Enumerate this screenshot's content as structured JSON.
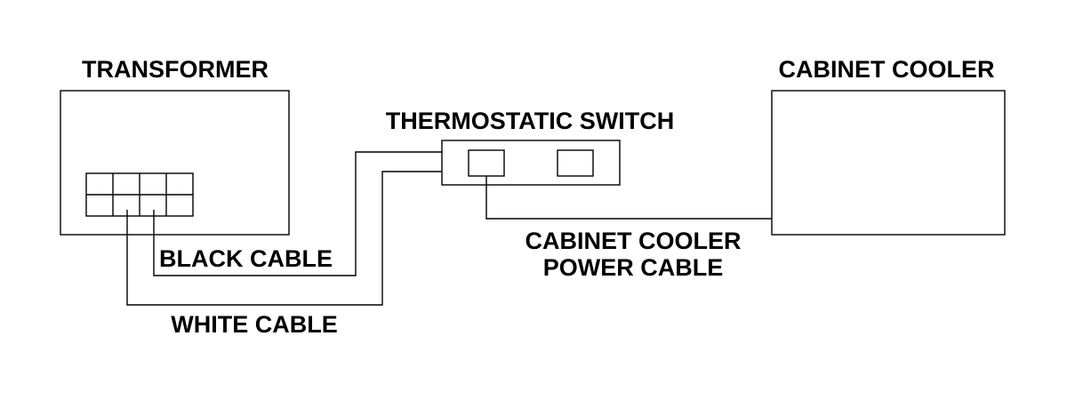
{
  "diagram": {
    "labels": {
      "transformer": "TRANSFORMER",
      "thermostatic_switch": "THERMOSTATIC SWITCH",
      "cabinet_cooler": "CABINET COOLER",
      "black_cable": "BLACK CABLE",
      "white_cable": "WHITE CABLE",
      "cooler_power_cable_line1": "CABINET COOLER",
      "cooler_power_cable_line2": "POWER CABLE"
    },
    "colors": {
      "line": "#000000",
      "background": "#ffffff"
    }
  }
}
